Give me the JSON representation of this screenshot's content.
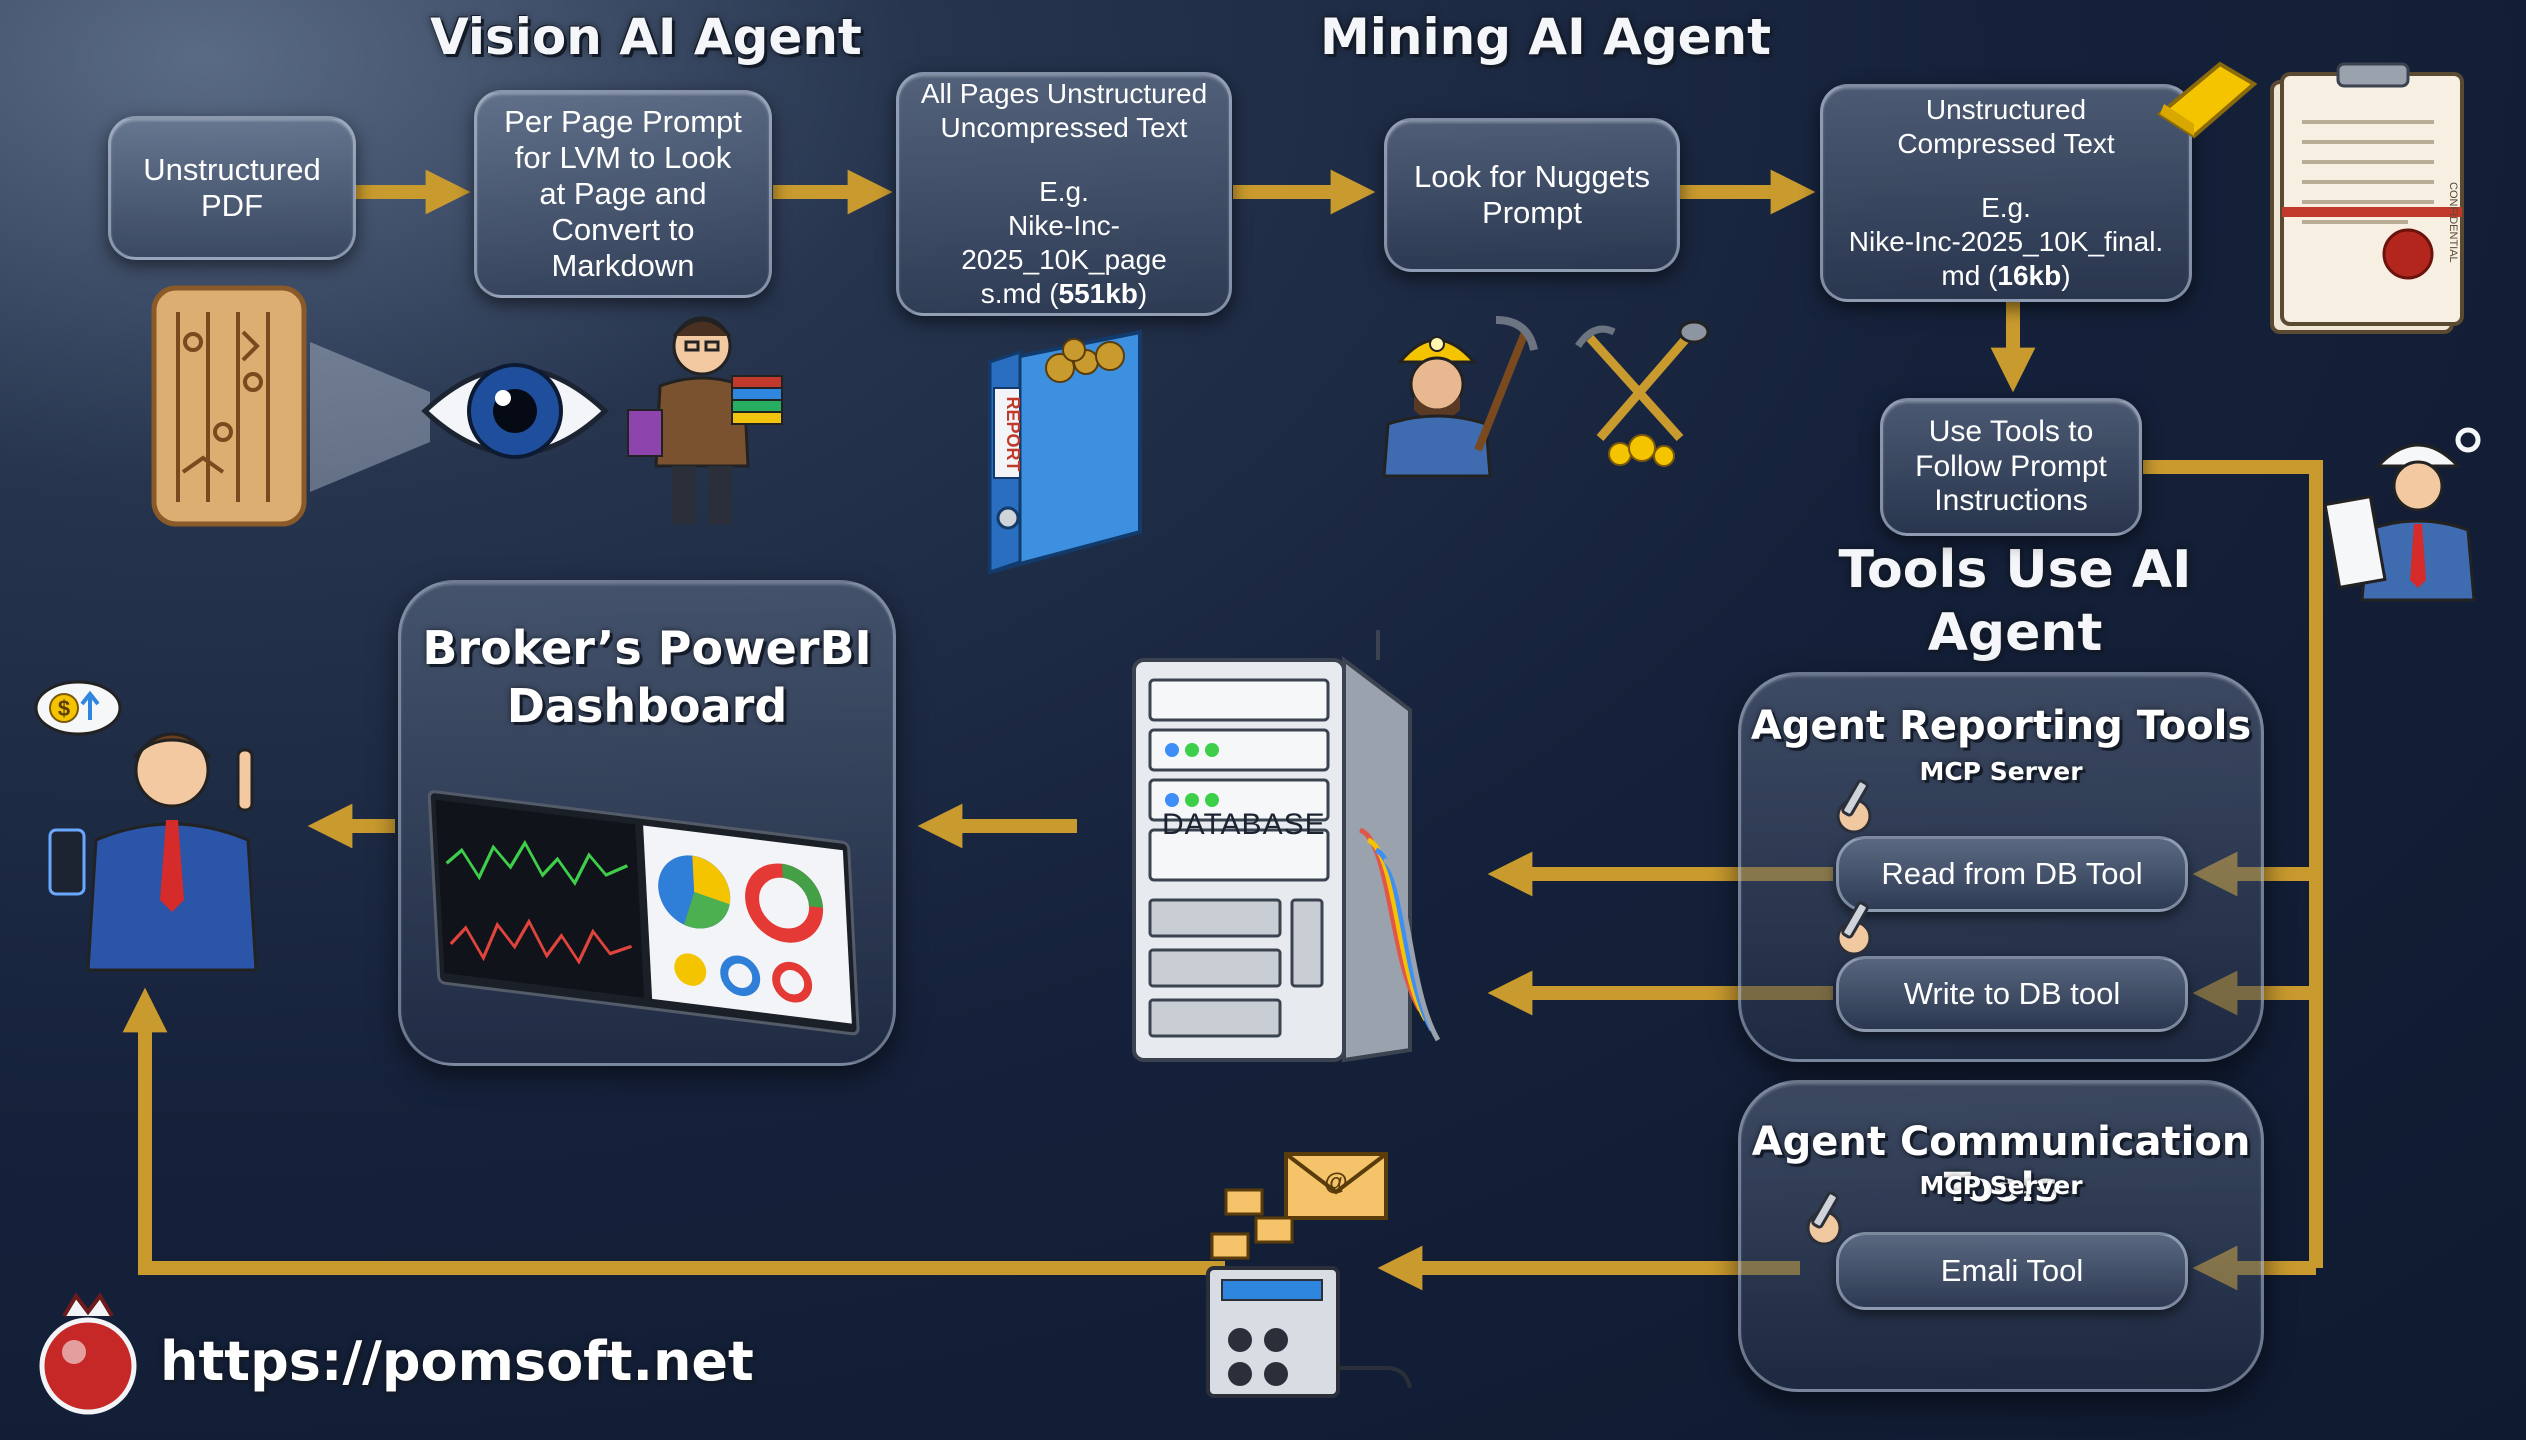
{
  "headings": {
    "vision_agent": "Vision AI Agent",
    "mining_agent": "Mining AI Agent",
    "tools_agent_line1": "Tools Use AI",
    "tools_agent_line2": "Agent"
  },
  "boxes": {
    "unstructured_pdf": "Unstructured\nPDF",
    "per_page_prompt": "Per Page Prompt\nfor LVM to Look\nat Page and\nConvert to\nMarkdown",
    "uncompressed_text": {
      "line1": "All Pages Unstructured",
      "line2": "Uncompressed Text",
      "line3": "E.g.",
      "line4": "Nike-Inc-2025_10K_page",
      "line5_prefix": "s.md  (",
      "line5_bold": "551kb",
      "line5_suffix": ")"
    },
    "nuggets_prompt": "Look for Nuggets\nPrompt",
    "compressed_text": {
      "line1": "Unstructured",
      "line2": "Compressed Text",
      "line3": "E.g.",
      "line4": "Nike-Inc-2025_10K_final.",
      "line5_prefix": "md (",
      "line5_bold": "16kb",
      "line5_suffix": ")"
    },
    "use_tools": "Use Tools to\nFollow Prompt\nInstructions"
  },
  "dashboard": {
    "title_line1": "Broker’s PowerBI",
    "title_line2": "Dashboard"
  },
  "database": {
    "label": "DATABASE"
  },
  "reporting_panel": {
    "title": "Agent Reporting Tools",
    "subtitle": "MCP Server",
    "tools": [
      "Read from DB Tool",
      "Write to DB tool"
    ]
  },
  "communication_panel": {
    "title": "Agent Communication Tools",
    "subtitle": "MCP Server",
    "tools": [
      "Emali Tool"
    ]
  },
  "illustration_text": {
    "report_binder": "REPORT",
    "confidential": "CONFIDENTIAL",
    "dollar_badge": "$"
  },
  "footer": {
    "url": "https://pomsoft.net"
  },
  "colors": {
    "arrow": "#c99a2e",
    "background": "#15213a",
    "box_border": "#c8d4e8"
  }
}
